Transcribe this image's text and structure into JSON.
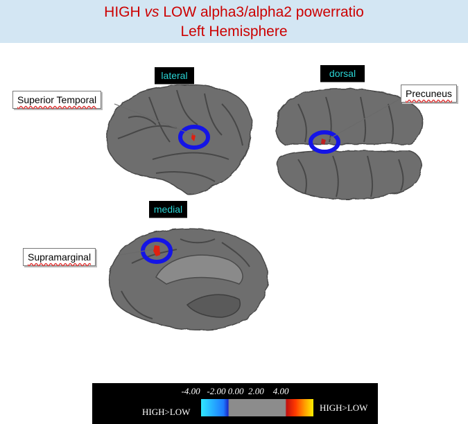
{
  "title": {
    "prefix": "HIGH ",
    "emph": "vs",
    "suffix": " LOW alpha3/alpha2 powerratio",
    "line2": "Left Hemisphere"
  },
  "views": {
    "lateral": "lateral",
    "dorsal": "dorsal",
    "medial": "medial"
  },
  "callouts": {
    "superior_temporal": "Superior Temporal",
    "precuneus": "Precuneus",
    "supramarginal": "Supramarginal"
  },
  "colorbar": {
    "ticks": "-4.00   -2.00 0.00  2.00    4.00",
    "left_label": "HIGH>LOW",
    "right_label": "HIGH>LOW",
    "colors": {
      "negative": "#1e7bff",
      "neutral": "#8c8c8c",
      "positive": "#ff3a00"
    }
  },
  "colors": {
    "title": "#cc0000",
    "banner": "#d3e6f3",
    "ring": "#1414e6",
    "activation": "#e02010"
  }
}
